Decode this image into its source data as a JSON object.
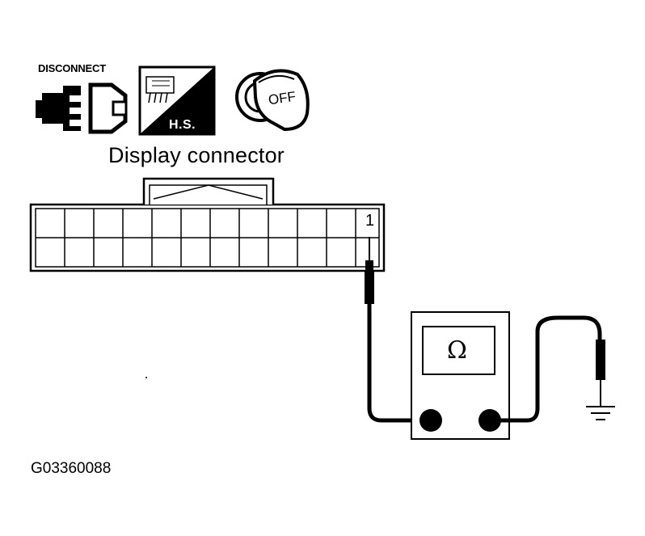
{
  "icons": {
    "disconnect_label": "DISCONNECT",
    "hs_label": "H.S.",
    "ignition_label": "OFF"
  },
  "connector": {
    "title": "Display connector",
    "pin_label": "1"
  },
  "meter": {
    "symbol": "Ω"
  },
  "figure_code": "G03360088"
}
